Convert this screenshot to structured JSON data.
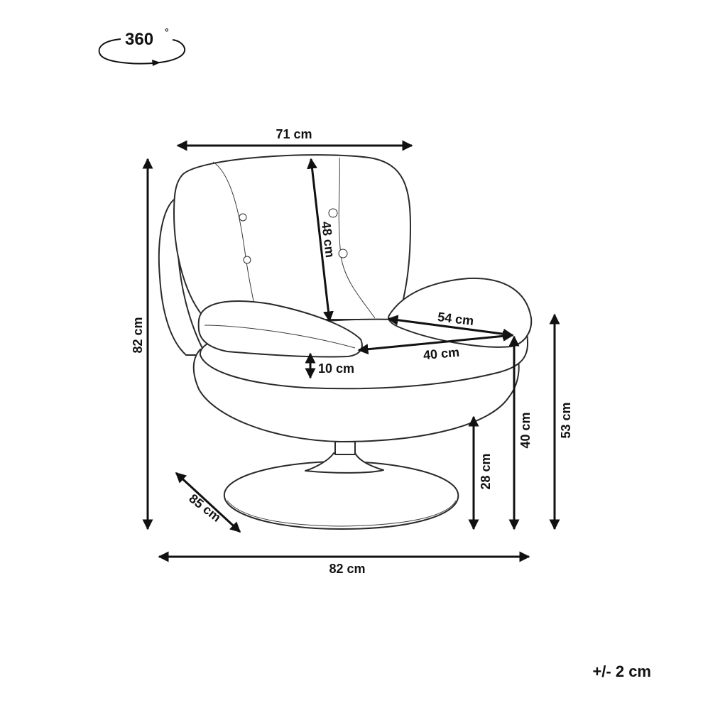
{
  "rotation": {
    "label": "360",
    "unit": "°"
  },
  "dimensions": {
    "width_top": "71 cm",
    "backrest_height": "48 cm",
    "total_height": "82 cm",
    "armrest_depth": "54 cm",
    "seat_depth": "40 cm",
    "cushion_thickness": "10 cm",
    "seat_height": "40 cm",
    "armrest_height": "53 cm",
    "base_height": "28 cm",
    "total_depth": "85 cm",
    "total_width": "82 cm"
  },
  "tolerance": "+/- 2 cm"
}
